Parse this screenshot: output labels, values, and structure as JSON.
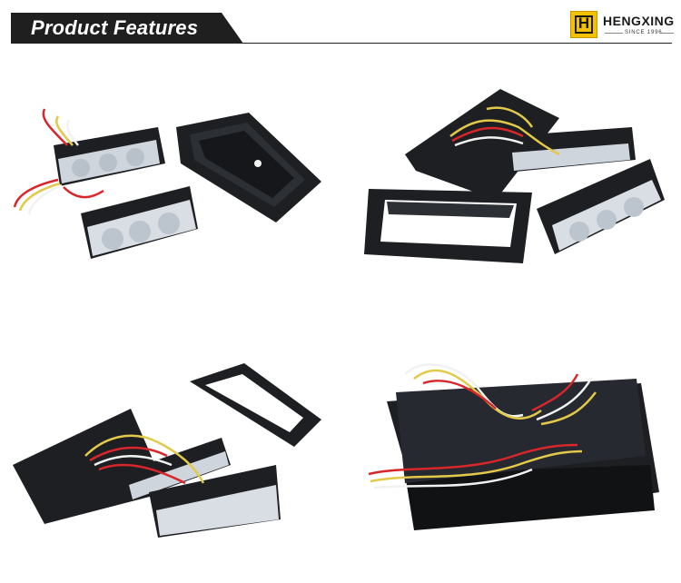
{
  "header": {
    "title": "Product Features",
    "brand": {
      "name": "HENGXING",
      "since": "SINCE 1996",
      "accent_color": "#f2c200"
    }
  },
  "photos": [
    {
      "icon": "product-photo-1"
    },
    {
      "icon": "product-photo-2"
    },
    {
      "icon": "product-photo-3"
    },
    {
      "icon": "product-photo-4"
    }
  ],
  "colors": {
    "banner": "#1f1f1f",
    "housing": "#1d1f23",
    "lens": "#d9dee4",
    "wire_red": "#d8262b",
    "wire_yellow": "#e2c94a",
    "wire_white": "#f2f2f2"
  }
}
